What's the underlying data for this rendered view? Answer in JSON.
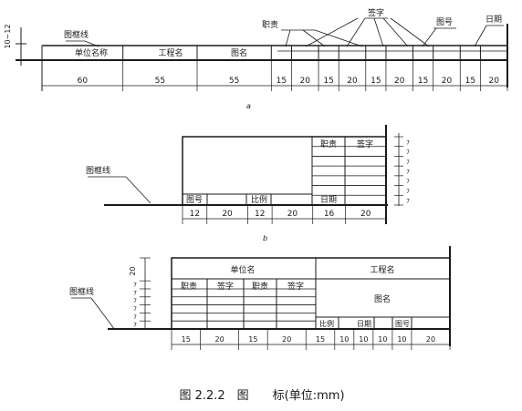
{
  "diagram_a": {
    "side_label": "10~12",
    "border_line_label": "图框线",
    "callouts": {
      "duty": "职责",
      "signature": "签字",
      "drawing_no": "图号",
      "date": "日期"
    },
    "header_cells": [
      "单位名称",
      "工程名",
      "图名"
    ],
    "widths": [
      "60",
      "55",
      "55",
      "15",
      "20",
      "15",
      "20",
      "15",
      "20",
      "15",
      "20",
      "15",
      "20"
    ],
    "caption": "a"
  },
  "diagram_b": {
    "border_line_label": "图框线",
    "headers": {
      "duty": "职责",
      "signature": "签字"
    },
    "bottom_row": {
      "drawing_no": "图号",
      "scale": "比例",
      "date": "日期"
    },
    "widths": [
      "12",
      "20",
      "12",
      "20",
      "16",
      "20"
    ],
    "row_heights": [
      "7",
      "7",
      "7",
      "7",
      "7",
      "7",
      "7"
    ],
    "caption": "b"
  },
  "diagram_c": {
    "side_labels": [
      "20",
      "7",
      "7",
      "7",
      "7",
      "7",
      "7"
    ],
    "border_line_label": "图框线",
    "unit_name": "单位名",
    "project_name": "工程名",
    "sub_headers": [
      "职责",
      "签字",
      "职责",
      "签字"
    ],
    "drawing_name": "图名",
    "bottom_row": {
      "scale": "比例",
      "date": "日期",
      "drawing_no": "图号"
    },
    "widths": [
      "15",
      "20",
      "15",
      "20",
      "15",
      "10",
      "10",
      "10",
      "10",
      "20"
    ]
  },
  "figure_caption": "图 2.2.2　图　　标(单位:mm)"
}
